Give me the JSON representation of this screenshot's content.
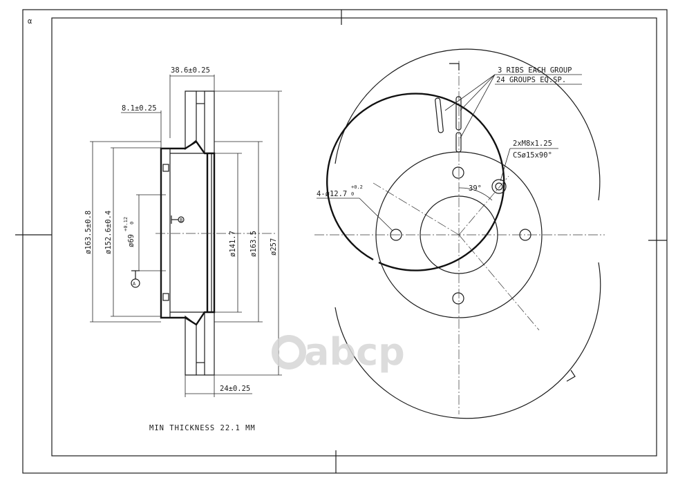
{
  "corner_mark": "α",
  "section_view": {
    "dim_width_top": "38.6±0.25",
    "dim_hat_offset": "8.1±0.25",
    "dim_outer_hat": "ø163.5±0.8",
    "dim_pilot": "ø152.6±0.4",
    "dim_center_bore": "ø69",
    "dim_center_bore_tol_upper": "+0.12",
    "dim_center_bore_tol_lower": "0",
    "dim_inner_friction": "ø141.7",
    "dim_inner_vent": "ø163.5",
    "dim_outer_dia": "ø257",
    "dim_thickness": "24±0.25",
    "datum_a": "A",
    "datum_b": "B"
  },
  "face_view": {
    "ribs_note_line1": "3 RIBS EACH GROUP",
    "ribs_note_line2": "24 GROUPS EQ.SP.",
    "thread_note_line1": "2xM8x1.25",
    "thread_note_line2": "CSø15x90°",
    "angle_label": "39°",
    "holes_label": "4-ø12.7",
    "holes_tol_upper": "+0.2",
    "holes_tol_lower": "0"
  },
  "min_thickness_note": "MIN THICKNESS 22.1 MM",
  "watermark": "abcp"
}
